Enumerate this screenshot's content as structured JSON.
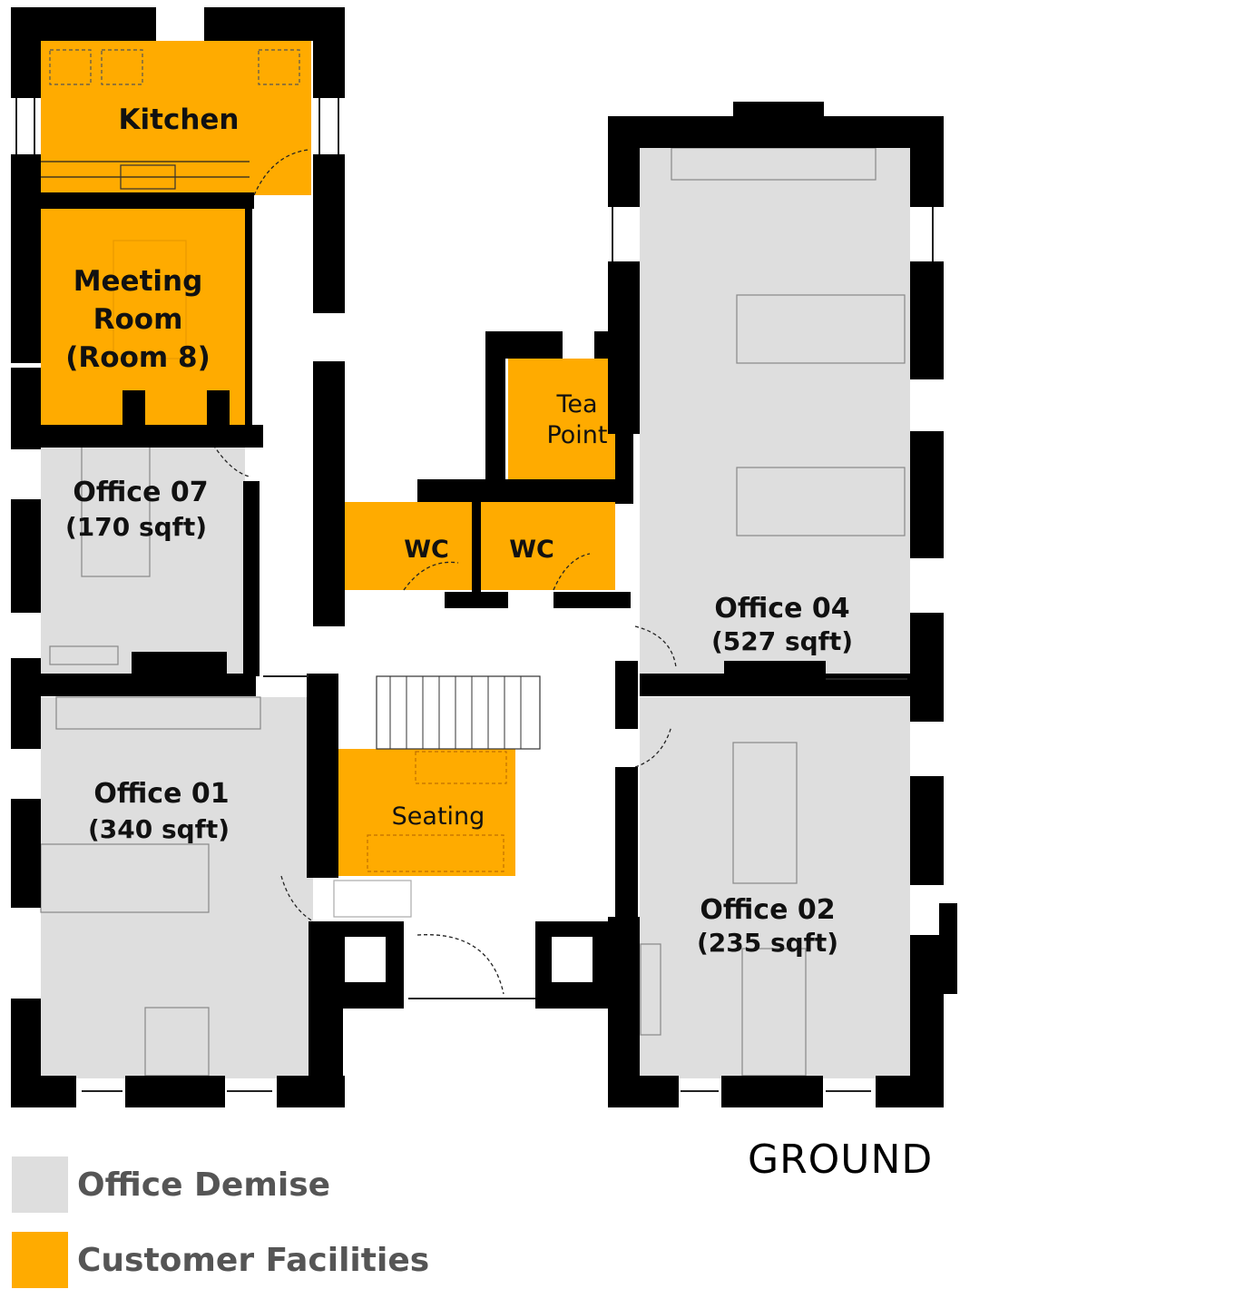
{
  "floor_name": "GROUND",
  "colors": {
    "office_demise": "#dedede",
    "customer_facilities": "#ffab00",
    "wall": "#000000"
  },
  "rooms": {
    "kitchen": "Kitchen",
    "meeting_line1": "Meeting",
    "meeting_line2": "Room",
    "meeting_line3": "(Room 8)",
    "tea_line1": "Tea",
    "tea_line2": "Point",
    "wc_left": "WC",
    "wc_right": "WC",
    "office07_name": "Office 07",
    "office07_area": "(170 sqft)",
    "office04_name": "Office 04",
    "office04_area": "(527 sqft)",
    "office01_name": "Office 01",
    "office01_area": "(340 sqft)",
    "office02_name": "Office 02",
    "office02_area": "(235 sqft)",
    "seating": "Seating"
  },
  "legend": [
    {
      "label": "Office Demise",
      "color": "#dedede"
    },
    {
      "label": "Customer Facilities",
      "color": "#ffab00"
    }
  ]
}
